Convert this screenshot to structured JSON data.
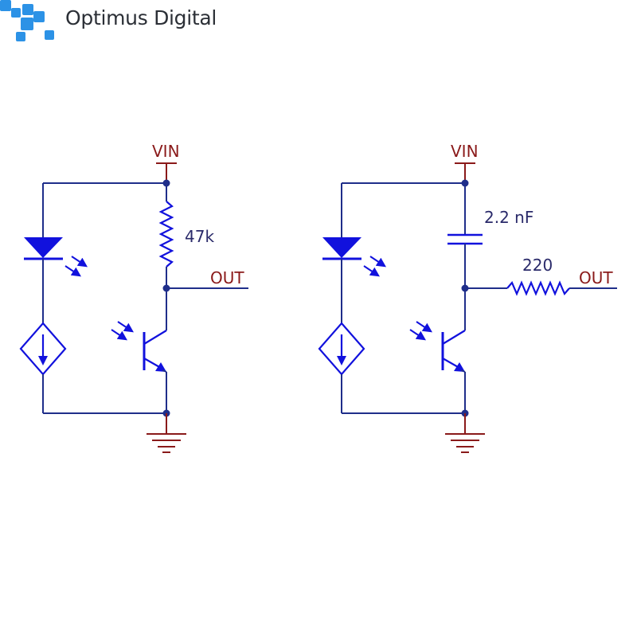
{
  "brand": {
    "name": "Optimus Digital"
  },
  "circuits": [
    {
      "vin_label": "VIN",
      "out_label": "OUT",
      "resistor_label": "47k"
    },
    {
      "vin_label": "VIN",
      "out_label": "OUT",
      "capacitor_label": "2.2 nF",
      "resistor_label": "220"
    }
  ],
  "colors": {
    "wire": "#1f2e8a",
    "rail": "#8a1a1a",
    "symbol": "#1111dd",
    "value_text": "#2a2a6a",
    "logo_blue": "#2c92e6",
    "logo_text": "#2b2f36"
  },
  "icons": [
    "optimus-logo-icon",
    "led-icon",
    "light-arrows-icon",
    "current-source-icon",
    "phototransistor-icon",
    "ground-icon"
  ]
}
